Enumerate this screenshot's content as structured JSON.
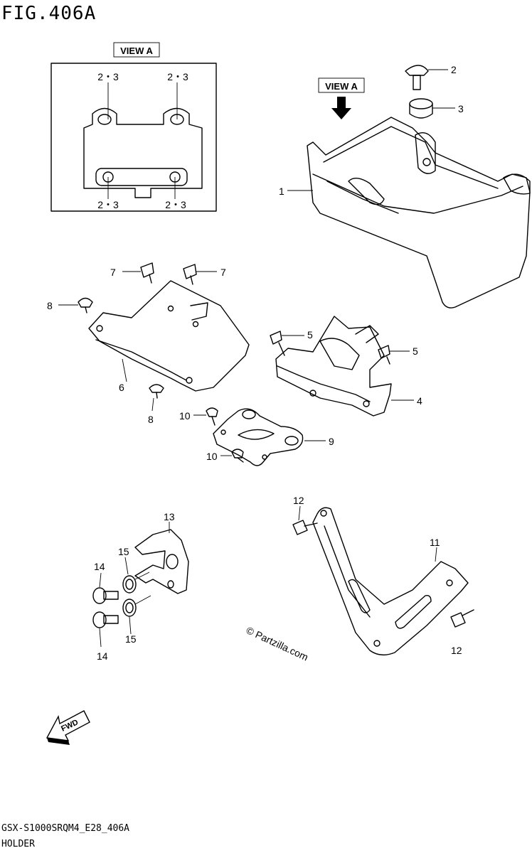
{
  "figure": {
    "title": "FIG.406A",
    "code": "GSX-S1000SRQM4_E28_406A",
    "name": "HOLDER",
    "watermark": "© Partzilla.com",
    "view_label": "VIEW A",
    "fwd_label": "FWD"
  },
  "view_a_callouts": [
    "2・3",
    "2・3",
    "2・3",
    "2・3"
  ],
  "part_labels": {
    "p1": "1",
    "p2": "2",
    "p3": "3",
    "p4": "4",
    "p5a": "5",
    "p5b": "5",
    "p6": "6",
    "p7a": "7",
    "p7b": "7",
    "p8a": "8",
    "p8b": "8",
    "p9": "9",
    "p10a": "10",
    "p10b": "10",
    "p11": "11",
    "p12a": "12",
    "p12b": "12",
    "p13": "13",
    "p14a": "14",
    "p14b": "14",
    "p15a": "15",
    "p15b": "15"
  },
  "icons": [
    "arrow-down-icon",
    "fwd-arrow-icon"
  ]
}
